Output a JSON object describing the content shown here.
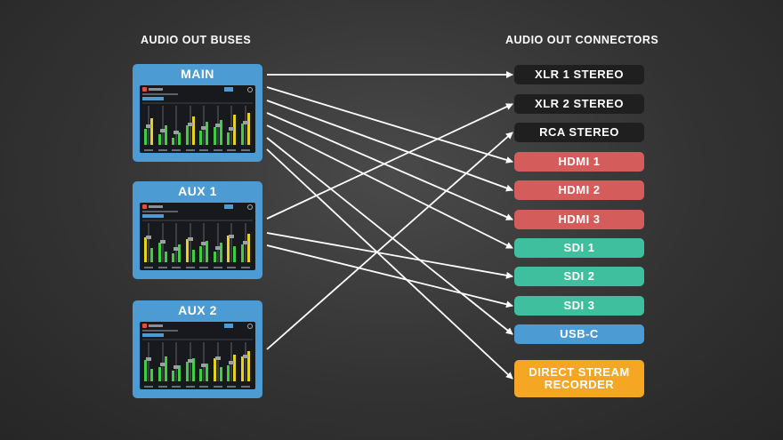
{
  "headings": {
    "buses": "AUDIO OUT BUSES",
    "connectors": "AUDIO OUT CONNECTORS"
  },
  "buses": [
    {
      "id": "main",
      "label": "MAIN"
    },
    {
      "id": "aux1",
      "label": "AUX 1"
    },
    {
      "id": "aux2",
      "label": "AUX 2"
    }
  ],
  "connectors": [
    {
      "id": "xlr1",
      "label": "XLR 1 STEREO",
      "color": "#1f1f1f"
    },
    {
      "id": "xlr2",
      "label": "XLR 2 STEREO",
      "color": "#1f1f1f"
    },
    {
      "id": "rca",
      "label": "RCA STEREO",
      "color": "#1f1f1f"
    },
    {
      "id": "hdmi1",
      "label": "HDMI 1",
      "color": "#d45d5b"
    },
    {
      "id": "hdmi2",
      "label": "HDMI 2",
      "color": "#d45d5b"
    },
    {
      "id": "hdmi3",
      "label": "HDMI 3",
      "color": "#d45d5b"
    },
    {
      "id": "sdi1",
      "label": "SDI 1",
      "color": "#3fbf9e"
    },
    {
      "id": "sdi2",
      "label": "SDI 2",
      "color": "#3fbf9e"
    },
    {
      "id": "sdi3",
      "label": "SDI 3",
      "color": "#3fbf9e"
    },
    {
      "id": "usbc",
      "label": "USB-C",
      "color": "#4d9bd3"
    },
    {
      "id": "dsr",
      "label": "DIRECT STREAM RECORDER",
      "color": "#f5a623"
    }
  ],
  "routes": [
    {
      "from": "main",
      "to": "xlr1"
    },
    {
      "from": "main",
      "to": "hdmi1"
    },
    {
      "from": "main",
      "to": "hdmi2"
    },
    {
      "from": "main",
      "to": "hdmi3"
    },
    {
      "from": "main",
      "to": "sdi1"
    },
    {
      "from": "main",
      "to": "usbc"
    },
    {
      "from": "main",
      "to": "dsr"
    },
    {
      "from": "aux1",
      "to": "xlr2"
    },
    {
      "from": "aux1",
      "to": "sdi2"
    },
    {
      "from": "aux1",
      "to": "sdi3"
    },
    {
      "from": "aux2",
      "to": "rca"
    }
  ]
}
